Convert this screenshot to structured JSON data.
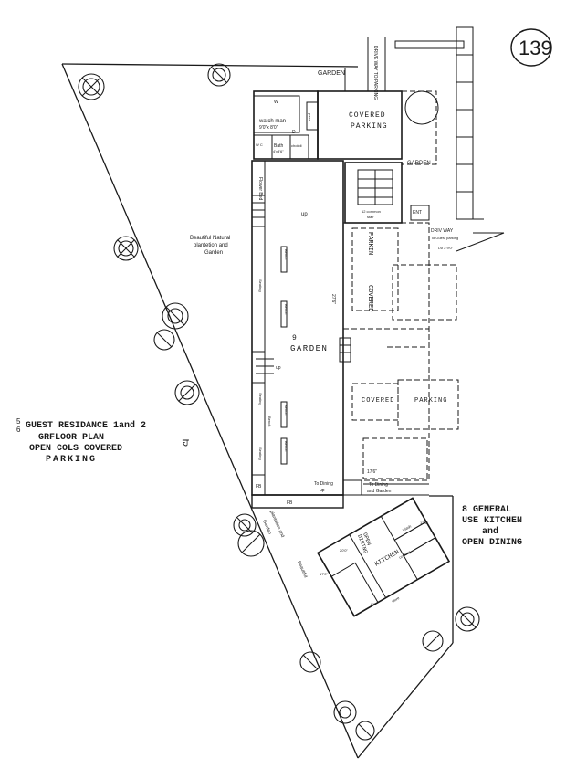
{
  "page_number": "139",
  "title": {
    "line1": "5",
    "line1b": "6",
    "line2": "GUEST RESIDANCE 1and 2",
    "line3": "GRFLOOR PLAN",
    "line4": "OPEN COLS COVERED",
    "line5": "PARKING"
  },
  "kitchen_title": {
    "line1": "8 GENERAL",
    "line2": "USE KITCHEN",
    "line3": "and",
    "line4": "OPEN DINING"
  },
  "labels": {
    "garden_top": "GARDEN",
    "drive_way_top": "DRIVE WAY TO PARKING",
    "covered_parking_top_a": "COVERED",
    "covered_parking_top_b": "PARKING",
    "watchman": "watch man",
    "watchman_size": "9'0\"x 8'0\"",
    "bath": "Bath",
    "bath_size": "4'x3'6\"",
    "chokdi": "chokdi",
    "wc": "W C",
    "w_mark": "W",
    "d_mark": "D",
    "pass": "pass",
    "garden_right": "GARDEN",
    "common_stair_a": "12 common",
    "common_stair_b": "stair",
    "ent": "ENT",
    "driv_way": "DRIV WAY",
    "to_guest_parking": "To Guest parking",
    "dim_right": "Lvl 2 9'0\"",
    "up_top": "up",
    "flower_bed": "Flower Bed",
    "beautiful_a": "Beautiful Natural",
    "beautiful_b": "plantetion and",
    "beautiful_c": "Garden",
    "covered_parking_mid_a": "COVERED",
    "covered_parking_mid_b": "PARKING",
    "parking_vertical": "PARKIN",
    "garden_mid_num": "9",
    "garden_mid": "GARDEN",
    "dim_mid": "27'6\"",
    "covered_lower": "COVERED",
    "parking_lower": "PARKING",
    "dim_lower": "17'6\"",
    "to_dining_a": "To Dining",
    "to_dining_up": "up",
    "to_dining_b": "To Dining",
    "and_garden": "and Garden",
    "fb_left": "FB",
    "fb_right": "FB",
    "kitchen": "KITCHEN",
    "open_dining_a": "OPEN",
    "open_dining_b": "DINING",
    "wash": "Wash",
    "cooking": "cooking",
    "store": "store",
    "dim_k1": "12'6\"",
    "dim_k2": "17'0\"",
    "dim_k3": "8'0\"",
    "dim_k4": "20'0\"",
    "plantation_diag_a": "Beautiful",
    "plantation_diag_b": "plantation and",
    "plantation_diag_c": "Garden",
    "bench_a": "Seating",
    "bench_b": "Bench",
    "bench_c": "Bench",
    "bench_d": "Seating",
    "bench_e": "Bench",
    "bench_f": "Bench",
    "seat_g": "Seating",
    "seat_h": "Bench",
    "up_small": "up",
    "flower_bed_label": "Flower Bed",
    "scribble": "ਹ"
  }
}
